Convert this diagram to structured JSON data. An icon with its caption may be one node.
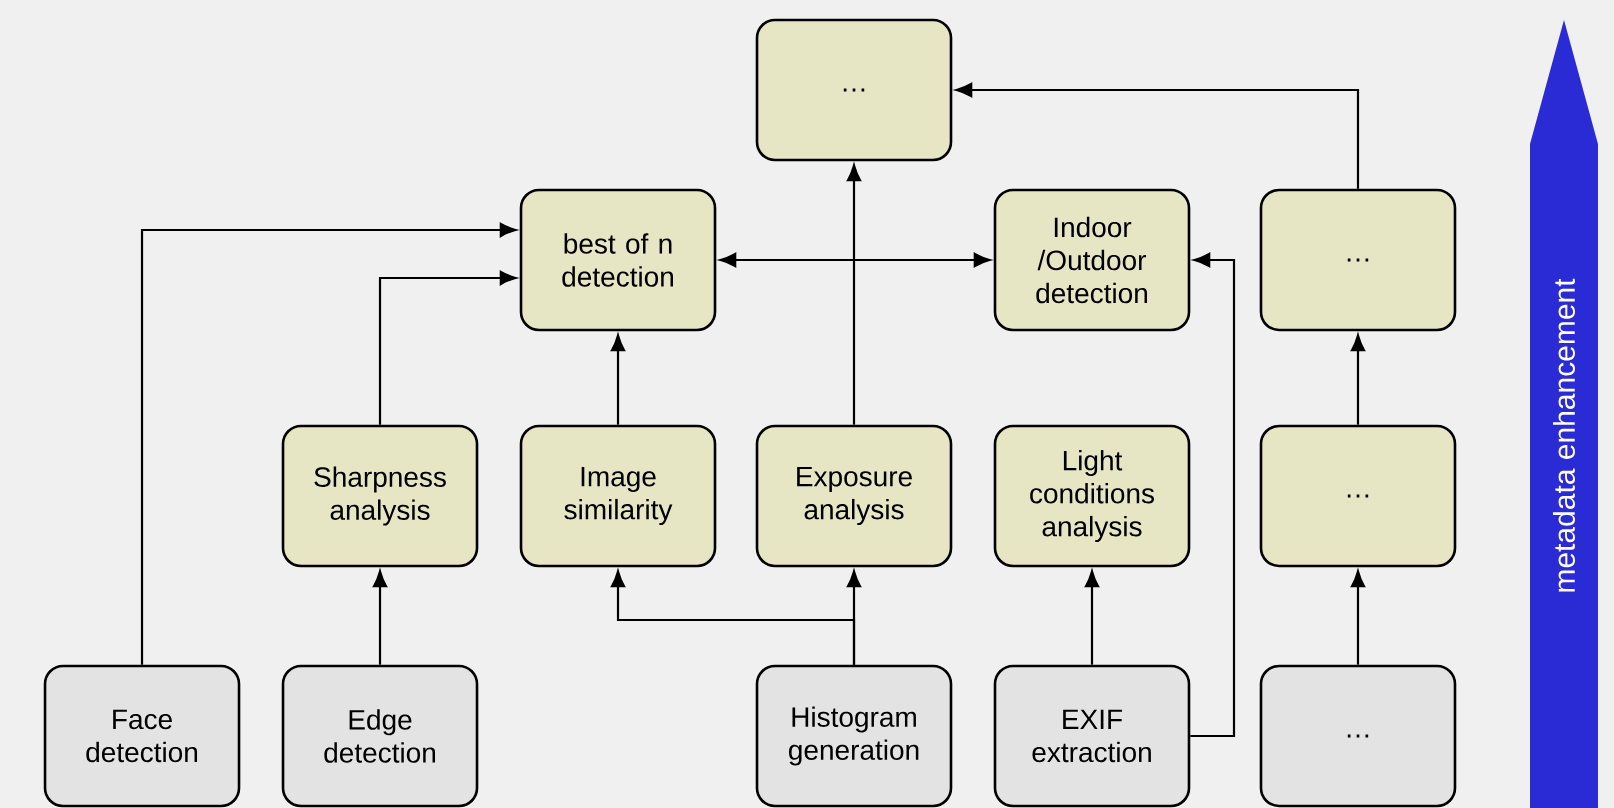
{
  "diagram": {
    "nodes": [
      {
        "text": [
          "…"
        ]
      },
      {
        "text": [
          "best of n detection"
        ]
      },
      {
        "text": [
          "Indoor /Outdoor detection"
        ]
      },
      {
        "text": [
          "…"
        ]
      },
      {
        "text": [
          "Sharpness analysis"
        ]
      },
      {
        "text": [
          "Image similarity"
        ]
      },
      {
        "text": [
          "Exposure analysis"
        ]
      },
      {
        "text": [
          "Light conditions analysis"
        ]
      },
      {
        "text": [
          "…"
        ]
      },
      {
        "text": [
          "Face detection"
        ]
      },
      {
        "text": [
          "Edge detection"
        ]
      },
      {
        "text": [
          "Histogram generation"
        ]
      },
      {
        "text": [
          "EXIF extraction"
        ]
      },
      {
        "text": [
          "…"
        ]
      }
    ],
    "edges": [
      {
        "from": 9,
        "to": 1,
        "arrow": "to"
      },
      {
        "from": 10,
        "to": 4,
        "arrow": "to"
      },
      {
        "from": 4,
        "to": 1,
        "arrow": "to"
      },
      {
        "from": 5,
        "to": 1,
        "arrow": "to"
      },
      {
        "from": 1,
        "to": 2,
        "arrow": "both"
      },
      {
        "from": 11,
        "to": 5,
        "arrow": "to"
      },
      {
        "from": 11,
        "to": 6,
        "arrow": "to"
      },
      {
        "from": 6,
        "to": 0,
        "arrow": "to"
      },
      {
        "from": 12,
        "to": 7,
        "arrow": "to"
      },
      {
        "from": 12,
        "to": 2,
        "arrow": "to"
      },
      {
        "from": 13,
        "to": 8,
        "arrow": "to"
      },
      {
        "from": 8,
        "to": 3,
        "arrow": "to"
      },
      {
        "from": 3,
        "to": 0,
        "arrow": "to"
      }
    ],
    "labels": [
      "metadata enhancement"
    ]
  }
}
